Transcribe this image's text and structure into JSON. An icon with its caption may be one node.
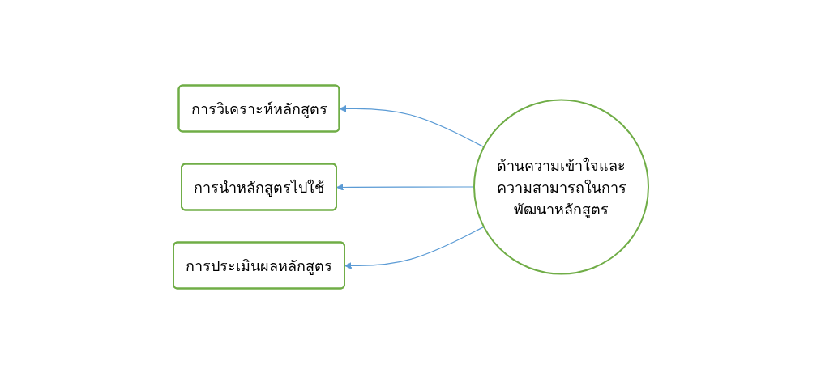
{
  "diagram": {
    "nodes": [
      {
        "text": [
          "การวิเคราะห์หลักสูตร"
        ]
      },
      {
        "text": [
          "การนำหลักสูตรไปใช้"
        ]
      },
      {
        "text": [
          "การประเมินผลหลักสูตร"
        ]
      },
      {
        "text": [
          "ด้านความเข้าใจและความสามารถในการพัฒนาหลักสูตร"
        ]
      }
    ],
    "edges": [
      {
        "from": 3,
        "to": 0,
        "arrow": "to"
      },
      {
        "from": 3,
        "to": 1,
        "arrow": "to"
      },
      {
        "from": 3,
        "to": 2,
        "arrow": "to"
      }
    ]
  }
}
